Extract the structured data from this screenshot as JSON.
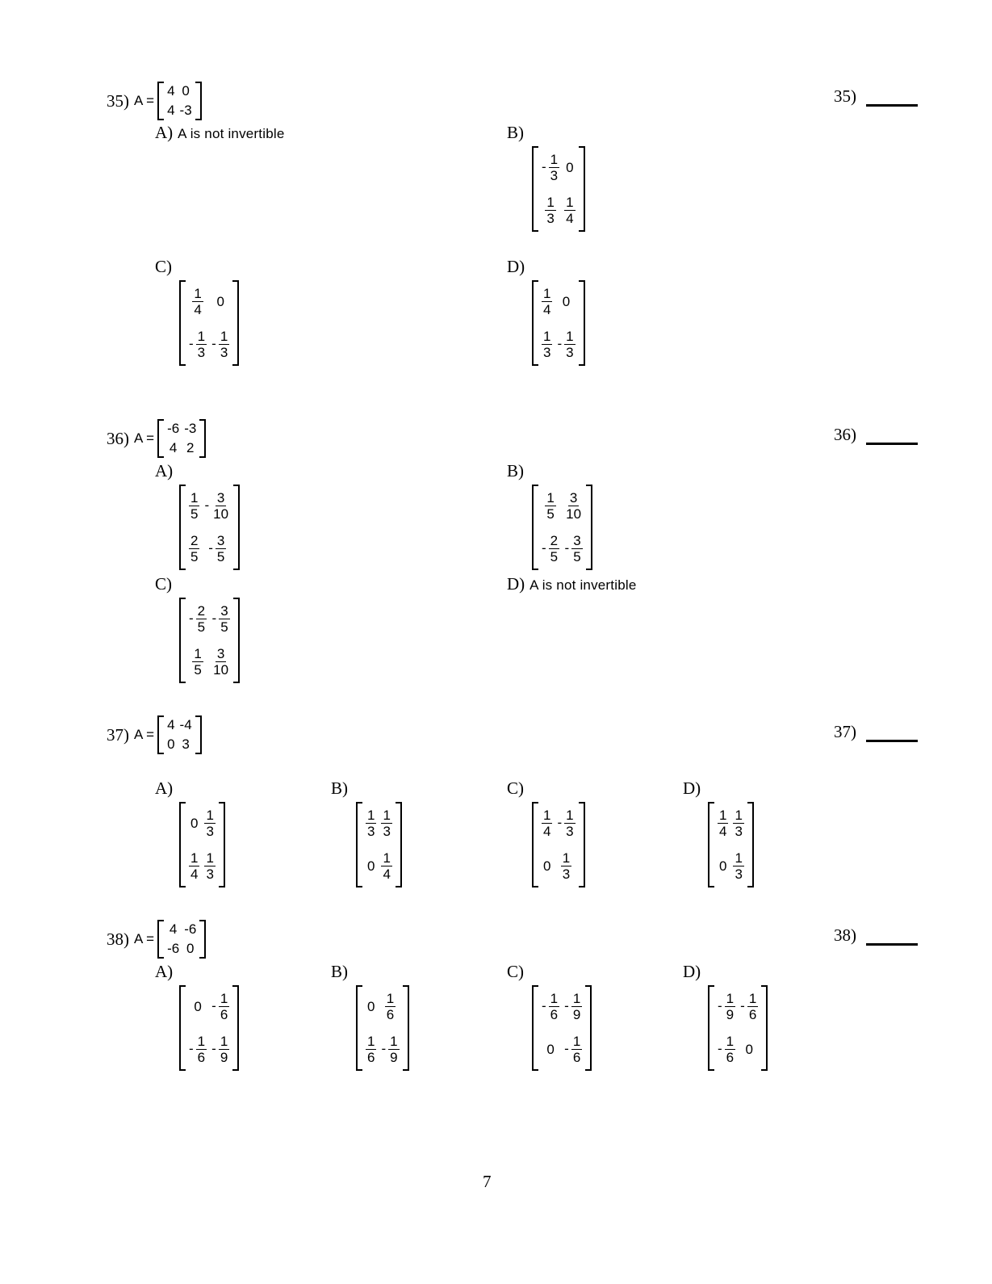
{
  "page_number": "7",
  "questions": [
    {
      "num": "35)",
      "answer_label": "35)",
      "lhs": "A =",
      "matrix": [
        [
          "4",
          "0"
        ],
        [
          "4",
          "-3"
        ]
      ],
      "options": {
        "a": {
          "label": "A)",
          "text": "A is not invertible"
        },
        "b": {
          "label": "B)",
          "m11": "-1/3",
          "m12": "0",
          "m21": "1/3",
          "m22": "1/4"
        },
        "c": {
          "label": "C)",
          "m11": "1/4",
          "m12": "0",
          "m21": "-1/3",
          "m22": "-1/3"
        },
        "d": {
          "label": "D)",
          "m11": "1/4",
          "m12": "0",
          "m21": "1/3",
          "m22": "-1/3"
        }
      }
    },
    {
      "num": "36)",
      "answer_label": "36)",
      "lhs": "A =",
      "matrix": [
        [
          "-6",
          "-3"
        ],
        [
          "4",
          "2"
        ]
      ],
      "options": {
        "a": {
          "label": "A)",
          "m11": "1/5",
          "m12": "-3/10",
          "m21": "2/5",
          "m22": "-3/5"
        },
        "b": {
          "label": "B)",
          "m11": "1/5",
          "m12": "3/10",
          "m21": "-2/5",
          "m22": "-3/5"
        },
        "c": {
          "label": "C)",
          "m11": "-2/5",
          "m12": "-3/5",
          "m21": "1/5",
          "m22": "3/10"
        },
        "d": {
          "label": "D)",
          "text": "A is not invertible"
        }
      }
    },
    {
      "num": "37)",
      "answer_label": "37)",
      "lhs": "A =",
      "matrix": [
        [
          "4",
          "-4"
        ],
        [
          "0",
          "3"
        ]
      ],
      "options": {
        "a": {
          "label": "A)",
          "m11": "0",
          "m12": "1/3",
          "m21": "1/4",
          "m22": "1/3"
        },
        "b": {
          "label": "B)",
          "m11": "1/3",
          "m12": "1/3",
          "m21": "0",
          "m22": "1/4"
        },
        "c": {
          "label": "C)",
          "m11": "1/4",
          "m12": "-1/3",
          "m21": "0",
          "m22": "1/3"
        },
        "d": {
          "label": "D)",
          "m11": "1/4",
          "m12": "1/3",
          "m21": "0",
          "m22": "1/3"
        }
      }
    },
    {
      "num": "38)",
      "answer_label": "38)",
      "lhs": "A =",
      "matrix": [
        [
          "4",
          "-6"
        ],
        [
          "-6",
          "0"
        ]
      ],
      "options": {
        "a": {
          "label": "A)",
          "m11": "0",
          "m12": "-1/6",
          "m21": "-1/6",
          "m22": "-1/9"
        },
        "b": {
          "label": "B)",
          "m11": "0",
          "m12": "1/6",
          "m21": "1/6",
          "m22": "-1/9"
        },
        "c": {
          "label": "C)",
          "m11": "-1/6",
          "m12": "-1/9",
          "m21": "0",
          "m22": "-1/6"
        },
        "d": {
          "label": "D)",
          "m11": "-1/9",
          "m12": "-1/6",
          "m21": "-1/6",
          "m22": "0"
        }
      }
    }
  ]
}
